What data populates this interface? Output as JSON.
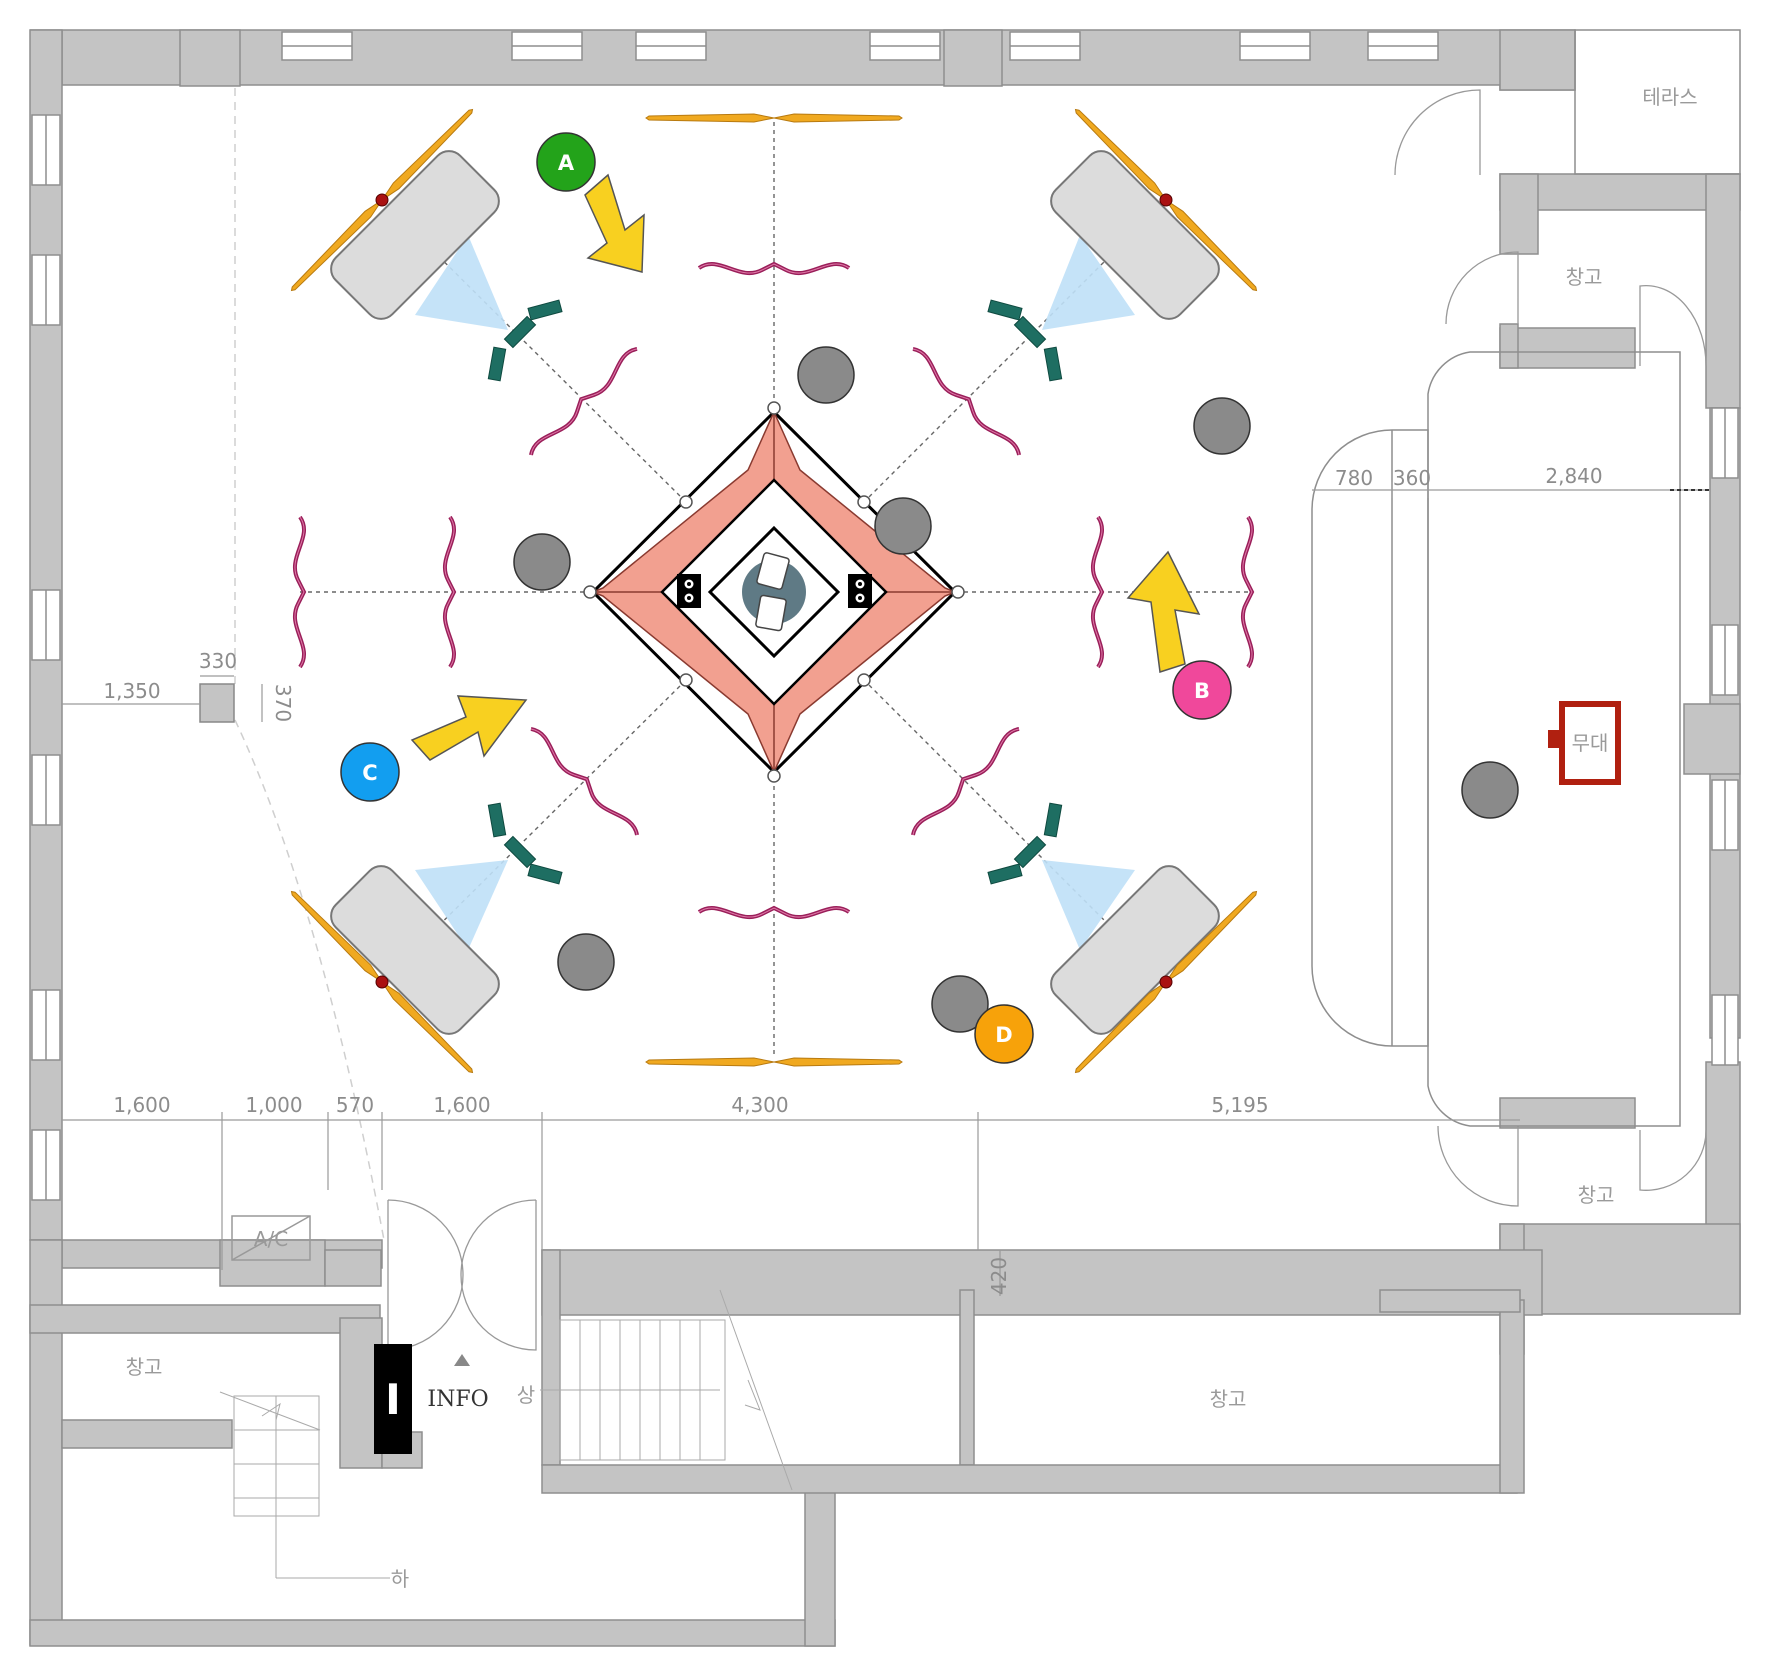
{
  "rooms": {
    "terrace": "테라스",
    "storage": "창고",
    "stage": "무대",
    "ac": "A/C"
  },
  "info_label": "INFO",
  "info_sign": "I",
  "stair_up": "하",
  "stair_down": "상",
  "markers": [
    {
      "id": "A",
      "label": "A",
      "color": "#23a31a"
    },
    {
      "id": "B",
      "label": "B",
      "color": "#f0489b"
    },
    {
      "id": "C",
      "label": "C",
      "color": "#129ef0"
    },
    {
      "id": "D",
      "label": "D",
      "color": "#f7a20a"
    }
  ],
  "dimensions": {
    "top_right": [
      "780",
      "360",
      "2,840"
    ],
    "left_1350": "1,350",
    "col_330": "330",
    "col_370": "370",
    "bottom": [
      "1,600",
      "1,000",
      "570",
      "1,600",
      "4,300",
      "5,195"
    ],
    "wall_420": "420"
  },
  "colors": {
    "wall": "#c4c4c4",
    "curtain": "#9a1f5a",
    "fan": "#f0a920",
    "teal": "#1e6e62",
    "stage_pink": "#f2a090",
    "light_cone": "#bfe0f7",
    "stage_red": "#b02010"
  }
}
